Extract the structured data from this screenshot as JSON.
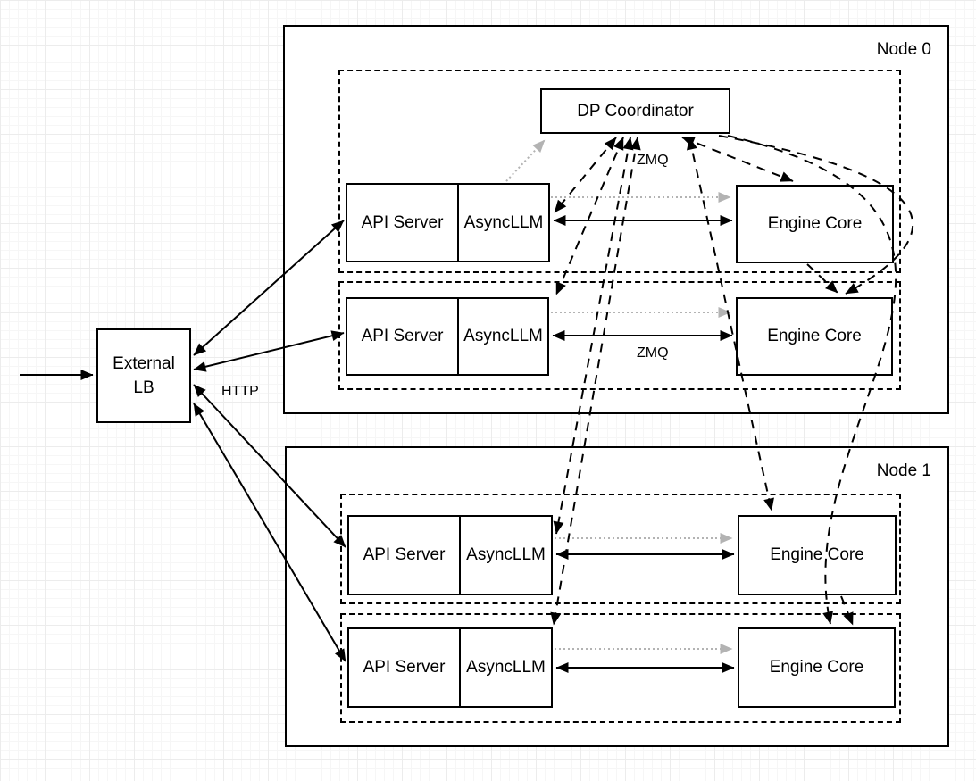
{
  "diagram": {
    "nodes": [
      {
        "label": "Node 0"
      },
      {
        "label": "Node 1"
      }
    ],
    "external_lb": {
      "line1": "External",
      "line2": "LB"
    },
    "dp_coordinator": {
      "label": "DP Coordinator"
    },
    "labels": {
      "api_server": "API Server",
      "asyncllm": "AsyncLLM",
      "engine_core": "Engine Core"
    },
    "edge_labels": {
      "http": "HTTP",
      "zmq_top": "ZMQ",
      "zmq_mid": "ZMQ"
    },
    "colors": {
      "line": "#000000",
      "handshake_gray": "#b3b3b3",
      "box_fill": "#ffffff",
      "grid": "#ececec"
    }
  }
}
